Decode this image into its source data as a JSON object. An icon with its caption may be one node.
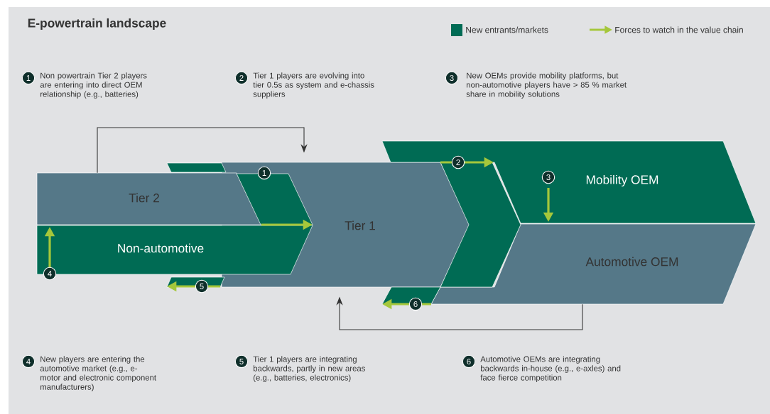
{
  "diagram": {
    "title": "E-powertrain landscape",
    "nodes": [
      {
        "text": [
          "Tier 2"
        ]
      },
      {
        "text": [
          "Non-automotive"
        ]
      },
      {
        "text": [
          "Tier 1"
        ]
      },
      {
        "text": [
          "Mobility OEM"
        ]
      },
      {
        "text": [
          "Automotive OEM"
        ]
      },
      {
        "text": [],
        "shape": "parallelogram"
      },
      {
        "text": [],
        "shape": "parallelogram",
        "in": 2
      },
      {
        "text": [],
        "shape": "chevron"
      },
      {
        "text": [],
        "shape": "parallelogram"
      },
      {
        "text": [],
        "shape": "parallelogram"
      }
    ],
    "edges": [
      {
        "from": 0,
        "to": 2,
        "arrow": "to"
      },
      {
        "from": 4,
        "to": 2,
        "arrow": "to"
      }
    ],
    "labels": [
      "1",
      "Non powertrain Tier 2 players are entering into direct OEM relationship (e.g., batteries)",
      "2",
      "Tier 1 players are evolving into tier 0.5s as system and e-chassis suppliers",
      "3",
      "New OEMs provide mobility platforms, but non-automotive players have > 85 % market share in mobility solutions",
      "1",
      "2",
      "3",
      "4",
      "5",
      "6",
      "4",
      "New players are entering the automotive market (e.g., e-motor and electronic component manufacturers)",
      "5",
      "Tier 1 players are integrating backwards, partly in new areas (e.g., batteries, electronics)",
      "6",
      "Automotive OEMs are integrating backwards in-house (e.g., e-axles) and face fierce competition"
    ],
    "legend": [
      {
        "text": "New entrants/markets",
        "color": "#006b54"
      },
      {
        "text": "Forces to watch in the value chain"
      }
    ]
  }
}
